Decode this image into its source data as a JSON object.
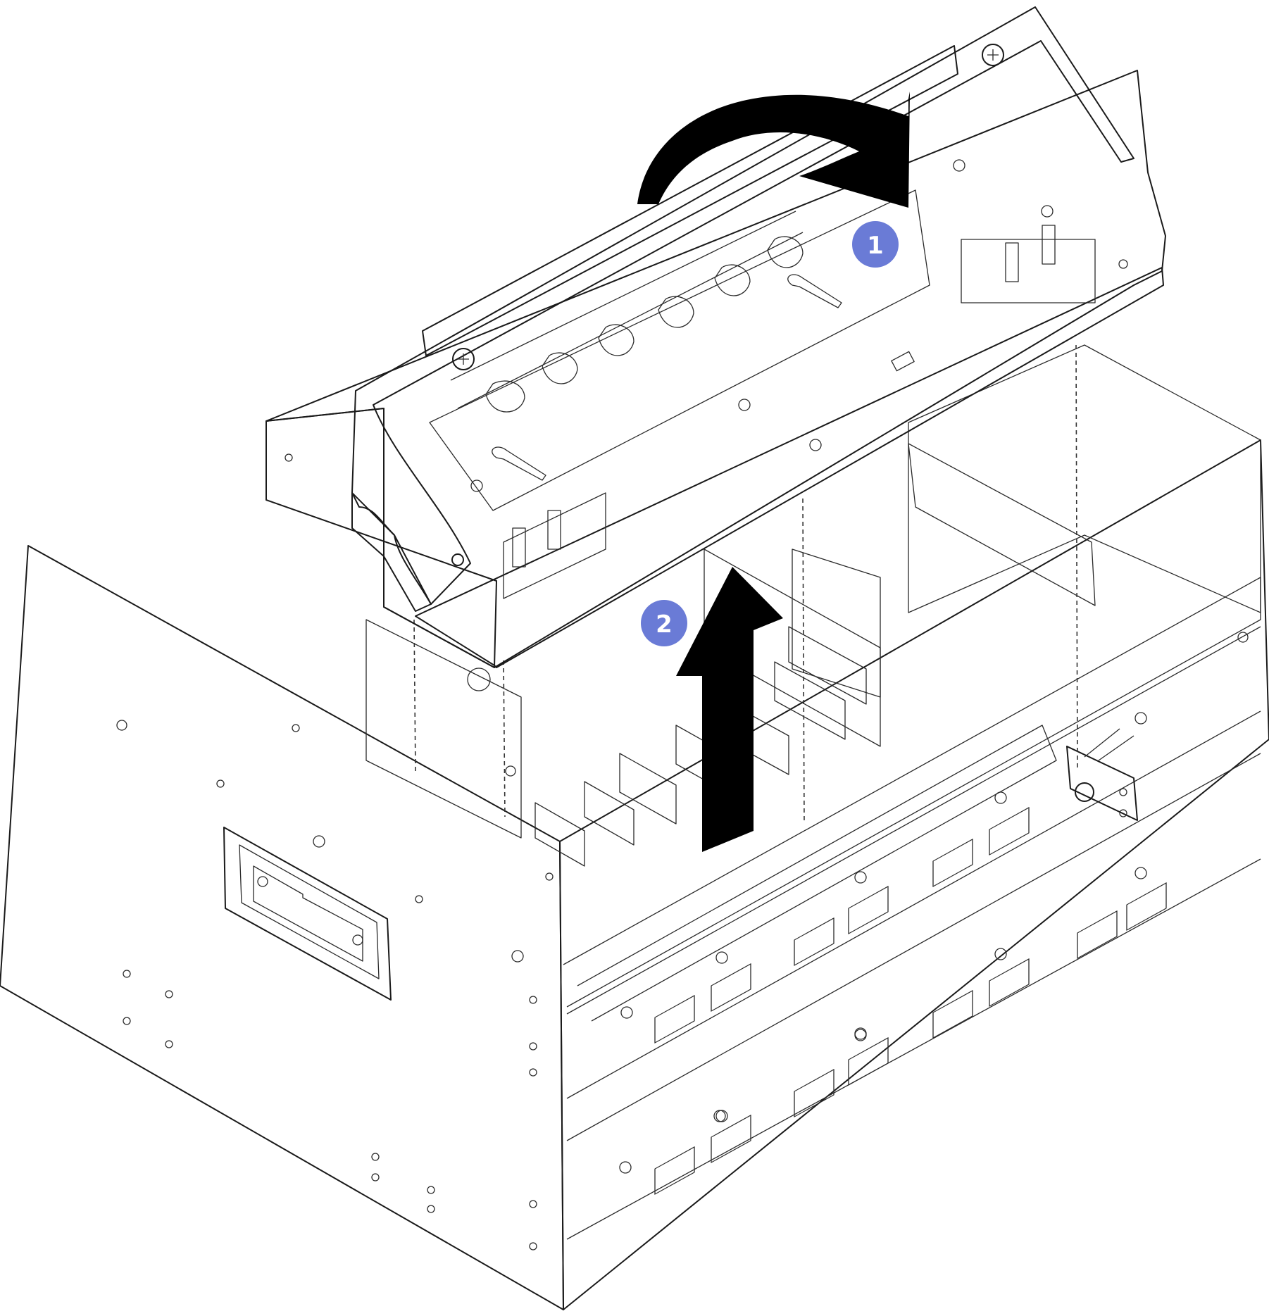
{
  "callouts": [
    {
      "number": "1",
      "action": "rotate-handle-up"
    },
    {
      "number": "2",
      "action": "lift-assembly-up"
    }
  ],
  "colors": {
    "callout": "#6a7bd6",
    "handle": "#8a8a8a",
    "tray_top": "#e0e0e0",
    "tray_side": "#d4d4d4",
    "arrow": "#000000",
    "line": "#1a1a1a",
    "background": "#ffffff"
  },
  "icons": [
    "captive-screw-icon",
    "rotation-arrow-icon",
    "lift-arrow-icon"
  ]
}
